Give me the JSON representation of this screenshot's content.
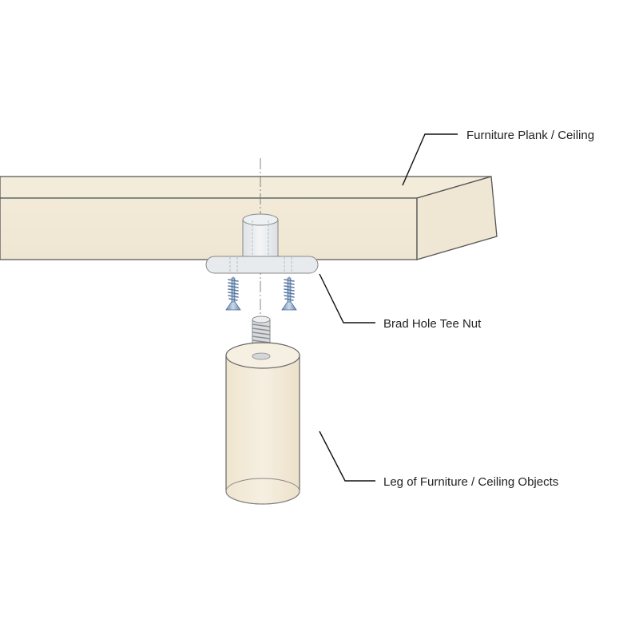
{
  "labels": {
    "plank": "Furniture Plank / Ceiling",
    "tee_nut": "Brad Hole Tee Nut",
    "leg": "Leg of Furniture / Ceiling Objects"
  },
  "icons": {
    "screw_left": "wood-screw-icon",
    "screw_right": "wood-screw-icon"
  },
  "colors": {
    "wood": "#f2ead8",
    "outline": "#555555",
    "metal": "#e9ecef",
    "screw": "#8aa7c9",
    "leader": "#111111",
    "background": "#ffffff"
  }
}
